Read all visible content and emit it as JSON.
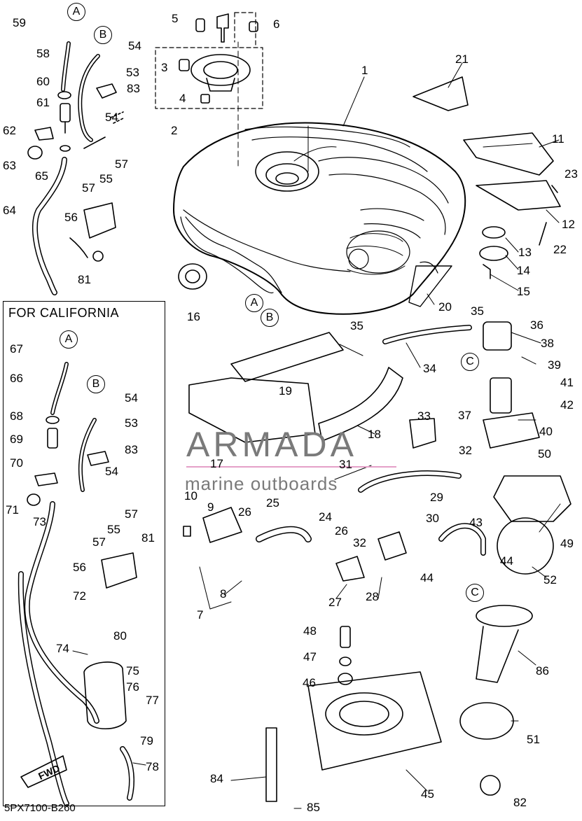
{
  "diagram": {
    "section_title": "FOR CALIFORNIA",
    "part_code": "5PX7100-B260",
    "fwd_label": "FWD",
    "watermark": {
      "brand": "ARMADA",
      "tagline": "marine outboards"
    },
    "connectors": [
      "A",
      "B",
      "C"
    ],
    "callouts": [
      "1",
      "2",
      "3",
      "4",
      "5",
      "6",
      "7",
      "8",
      "9",
      "10",
      "11",
      "12",
      "13",
      "14",
      "15",
      "16",
      "17",
      "18",
      "19",
      "20",
      "21",
      "22",
      "23",
      "24",
      "25",
      "26",
      "27",
      "28",
      "29",
      "30",
      "31",
      "32",
      "33",
      "34",
      "35",
      "36",
      "37",
      "38",
      "39",
      "40",
      "41",
      "42",
      "43",
      "44",
      "45",
      "46",
      "47",
      "48",
      "49",
      "50",
      "51",
      "52",
      "53",
      "54",
      "55",
      "56",
      "57",
      "58",
      "59",
      "60",
      "61",
      "62",
      "63",
      "64",
      "65",
      "66",
      "67",
      "68",
      "69",
      "70",
      "71",
      "72",
      "73",
      "74",
      "75",
      "76",
      "77",
      "78",
      "79",
      "80",
      "81",
      "82",
      "83",
      "84",
      "85",
      "86"
    ]
  }
}
